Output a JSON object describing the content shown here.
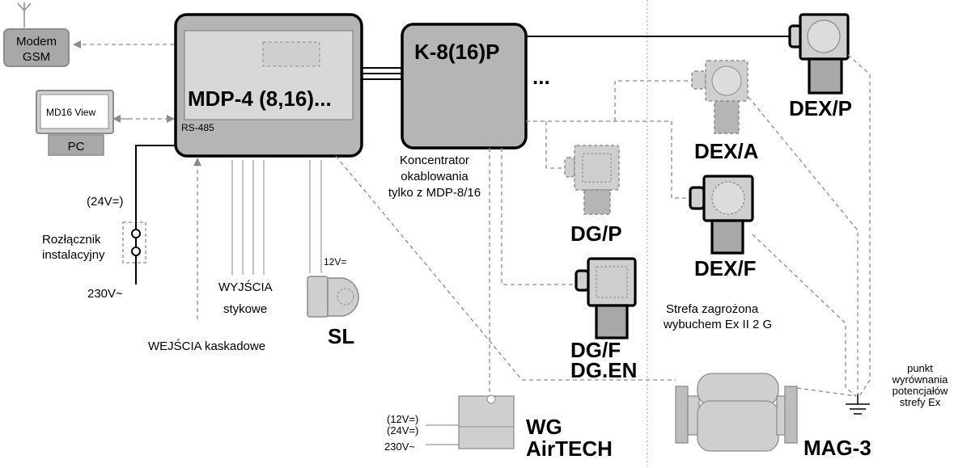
{
  "modem": {
    "line1": "Modem",
    "line2": "GSM"
  },
  "pc": {
    "screen": "MD16 View",
    "label": "PC"
  },
  "mdp": {
    "title": "MDP-4 (8,16)...",
    "port": "RS-485"
  },
  "power": {
    "dc": "(24V=)",
    "switch_line1": "Rozłącznik",
    "switch_line2": "instalacyjny",
    "ac": "230V~"
  },
  "outputs": {
    "line1": "WYJŚCIA",
    "line2": "stykowe"
  },
  "inputs": {
    "label": "WEJŚCIA kaskadowe"
  },
  "siren": {
    "voltage": "12V=",
    "label": "SL"
  },
  "concentrator": {
    "title": "K-8(16)P",
    "more": "...",
    "note_line1": "Koncentrator",
    "note_line2": "okablowania",
    "note_line3": "tylko z MDP-8/16"
  },
  "detectors": {
    "dex_p": "DEX/P",
    "dex_a": "DEX/A",
    "dex_f": "DEX/F",
    "dg_p": "DG/P",
    "dg_f": "DG/F",
    "dg_en": "DG.EN"
  },
  "zone": {
    "line1": "Strefa zagrożona",
    "line2": "wybuchem Ex II 2 G"
  },
  "ground": {
    "line1": "punkt",
    "line2": "wyrównania",
    "line3": "potencjałów",
    "line4": "strefy Ex"
  },
  "valve": {
    "label": "MAG-3"
  },
  "wg": {
    "v1": "(12V=)",
    "v2": "(24V=)",
    "ac": "230V~",
    "line1": "WG",
    "line2": "AirTECH"
  },
  "colors": {
    "device_fill": "#b5b5b5",
    "panel_fill": "#d8d8d8",
    "light_fill": "#cfcfcf",
    "dashed_line": "#8c8c8c",
    "outline": "#000000"
  }
}
